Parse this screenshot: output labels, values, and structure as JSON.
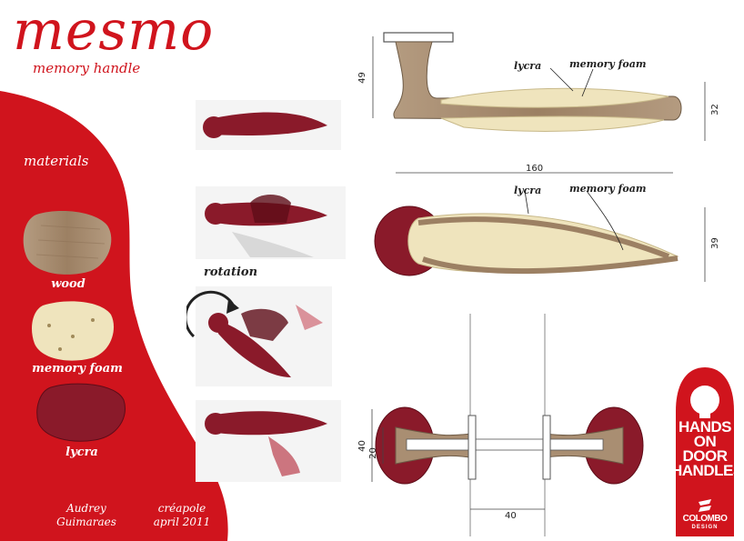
{
  "brand": {
    "title": "mesmo",
    "subtitle": "memory handle"
  },
  "materials": {
    "heading": "materials",
    "items": [
      {
        "label": "wood",
        "color": "#a98e72"
      },
      {
        "label": "memory foam",
        "color": "#efe4bd"
      },
      {
        "label": "lycra",
        "color": "#8a1a2a"
      }
    ]
  },
  "sequence": {
    "rotation_label": "rotation"
  },
  "side_view": {
    "annotations": {
      "lycra": "lycra",
      "foam": "memory foam"
    },
    "dims": {
      "height": "49",
      "length": "160",
      "grip": "32"
    }
  },
  "top_view": {
    "annotations": {
      "lycra": "lycra",
      "foam": "memory foam"
    },
    "dims": {
      "width": "39"
    }
  },
  "section_view": {
    "dims": {
      "outer": "40",
      "inner": "20",
      "door": "40"
    }
  },
  "credits": {
    "author_line1": "Audrey",
    "author_line2": "Guimaraes",
    "school_line1": "créapole",
    "school_line2": "april 2011"
  },
  "sign": {
    "line1": "HANDS",
    "line2": "ON",
    "line3": "DOOR",
    "line4": "HANDLES",
    "brand": "COLOMBO",
    "brand_sub": "DESIGN"
  },
  "colors": {
    "accent_red": "#d0141d",
    "wood": "#a98e72",
    "foam": "#efe4bd",
    "lycra": "#8a1a2a"
  }
}
